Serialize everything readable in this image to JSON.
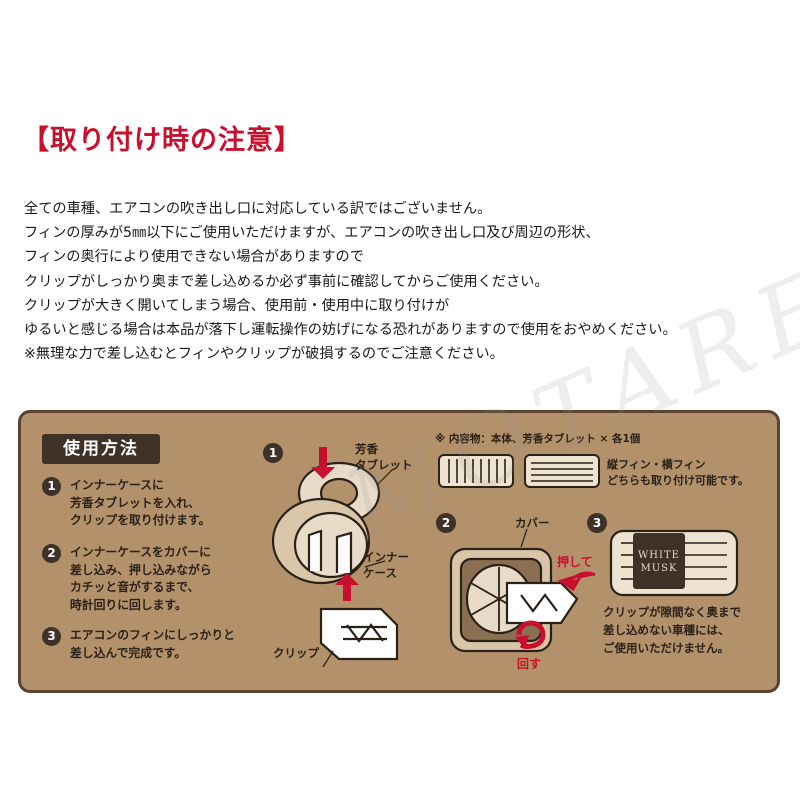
{
  "title": "【取り付け時の注意】",
  "notes": [
    "全ての車種、エアコンの吹き出し口に対応している訳ではございません。",
    "フィンの厚みが5㎜以下にご使用いただけますが、エアコンの吹き出し口及び周辺の形状、",
    "フィンの奥行により使用できない場合がありますので",
    "クリップがしっかり奥まで差し込めるか必ず事前に確認してからご使用ください。",
    "クリップが大きく開いてしまう場合、使用前・使用中に取り付けが",
    "ゆるいと感じる場合は本品が落下し運転操作の妨げになる恐れがありますので使用をおやめください。",
    "※無理な力で差し込むとフィンやクリップが破損するのでご注意ください。"
  ],
  "watermark": "MOTAREN",
  "card": {
    "usage_title": "使用方法",
    "steps": [
      {
        "num": "1",
        "text": "インナーケースに\n芳香タブレットを入れ、\nクリップを取り付けます。"
      },
      {
        "num": "2",
        "text": "インナーケースをカバーに\n差し込み、押し込みながら\nカチッと音がするまで、\n時計回りに回します。"
      },
      {
        "num": "3",
        "text": "エアコンのフィンにしっかりと\n差し込んで完成です。"
      }
    ],
    "diagram1": {
      "num": "1",
      "tablet_label": "芳香\nタブレット",
      "inner_label": "インナー\nケース",
      "clip_label": "クリップ"
    },
    "contents_note": "※ 内容物：本体、芳香タブレット × 各1個",
    "fin_note": "縦フィン・横フィン\nどちらも取り付け可能です。",
    "diagram2": {
      "num": "2",
      "cover_label": "カバー",
      "push_label": "押して",
      "turn_label": "回す"
    },
    "diagram3": {
      "num": "3",
      "product_name": "WHITE\nMUSK"
    },
    "warning": "クリップが隙間なく奥まで\n差し込めない車種には、\nご使用いただけません。"
  },
  "colors": {
    "title_red": "#c8102e",
    "kraft_bg": "#b3916a",
    "dark_brown": "#3d3128"
  }
}
